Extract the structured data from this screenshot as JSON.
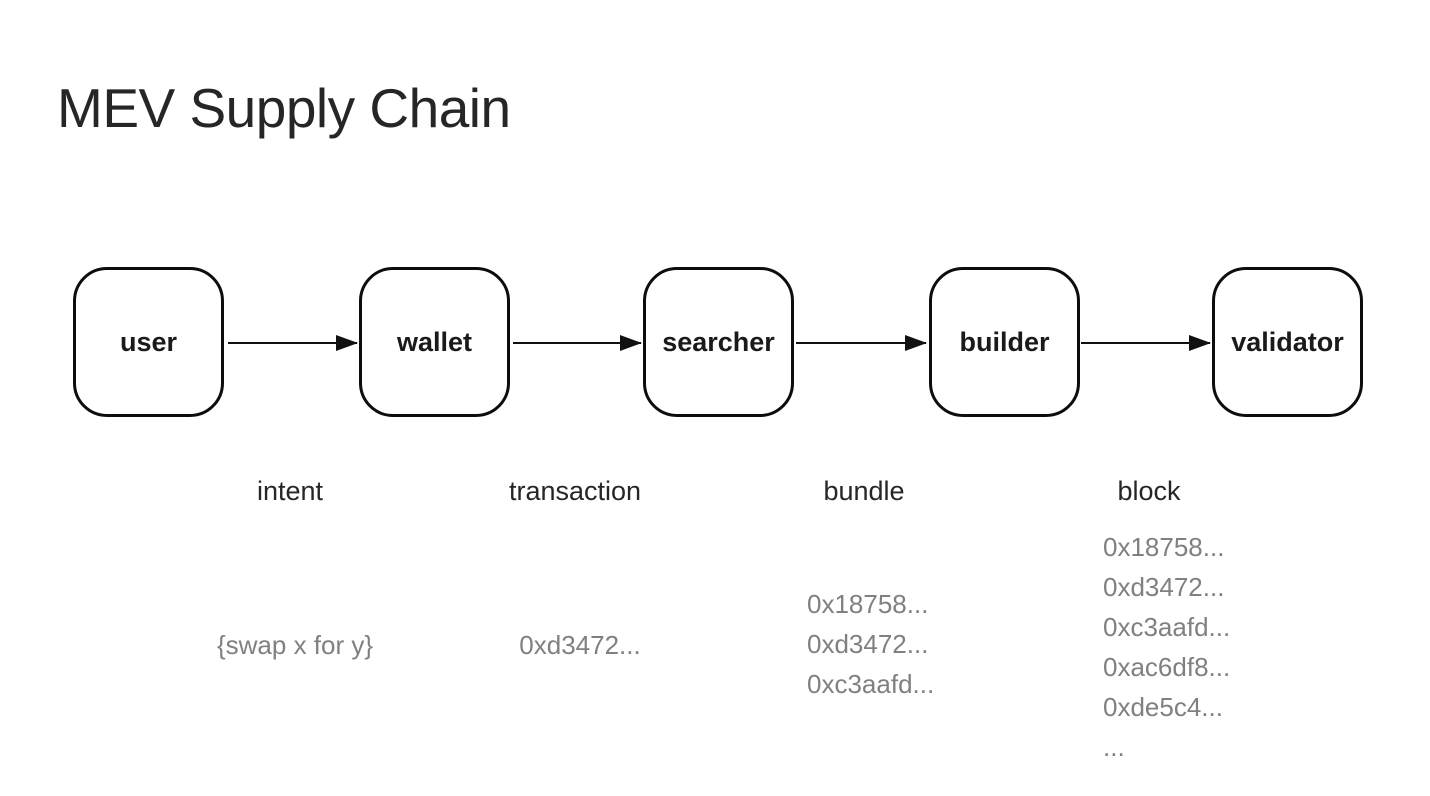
{
  "page": {
    "title": "MEV Supply Chain"
  },
  "colors": {
    "background": "#ffffff",
    "node_border": "#0d0d0d",
    "node_label_text": "#1a1a1a",
    "heading_text": "#262626",
    "edge_label_text": "#262626",
    "payload_text": "#808080",
    "arrow": "#111111"
  },
  "diagram": {
    "nodes": [
      {
        "id": "user",
        "label": "user"
      },
      {
        "id": "wallet",
        "label": "wallet"
      },
      {
        "id": "searcher",
        "label": "searcher"
      },
      {
        "id": "builder",
        "label": "builder"
      },
      {
        "id": "validator",
        "label": "validator"
      }
    ],
    "edges": [
      {
        "from": "user",
        "to": "wallet",
        "label": "intent",
        "payload": "{swap x for y}"
      },
      {
        "from": "wallet",
        "to": "searcher",
        "label": "transaction",
        "payload": "0xd3472..."
      },
      {
        "from": "searcher",
        "to": "builder",
        "label": "bundle",
        "payload_lines": [
          "0x18758...",
          "0xd3472...",
          "0xc3aafd..."
        ]
      },
      {
        "from": "builder",
        "to": "validator",
        "label": "block",
        "payload_lines": [
          "0x18758...",
          "0xd3472...",
          "0xc3aafd...",
          "0xac6df8...",
          "0xde5c4...",
          "..."
        ]
      }
    ]
  }
}
